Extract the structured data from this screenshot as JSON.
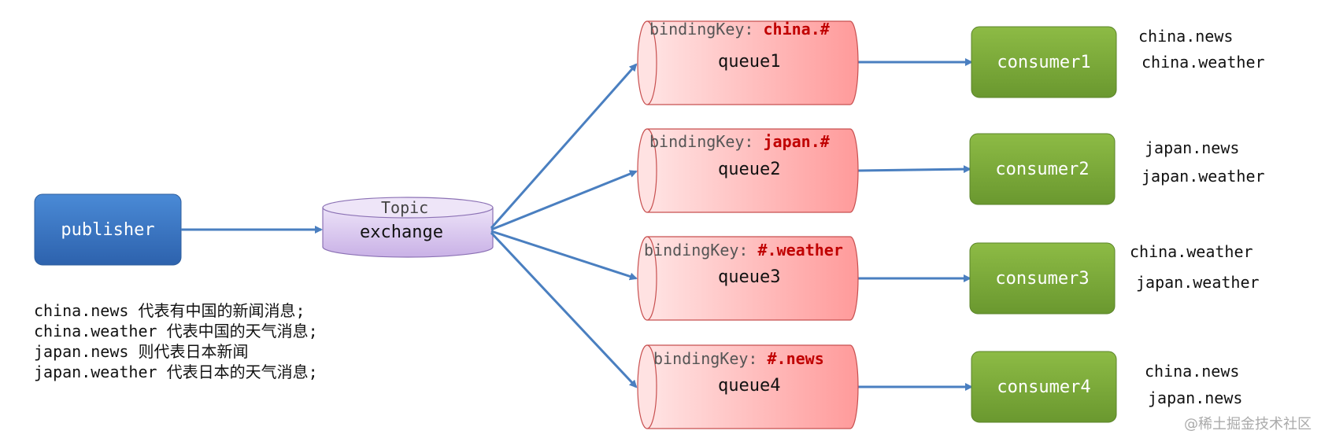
{
  "publisher": {
    "label": "publisher"
  },
  "exchange": {
    "type": "Topic",
    "name": "exchange"
  },
  "binding_prefix": "bindingKey: ",
  "queues": [
    {
      "name": "queue1",
      "binding_key": "china.#"
    },
    {
      "name": "queue2",
      "binding_key": "japan.#"
    },
    {
      "name": "queue3",
      "binding_key": "#.weather"
    },
    {
      "name": "queue4",
      "binding_key": "#.news"
    }
  ],
  "consumers": [
    {
      "label": "consumer1",
      "receives": [
        "china.news",
        "china.weather"
      ]
    },
    {
      "label": "consumer2",
      "receives": [
        "japan.news",
        "japan.weather"
      ]
    },
    {
      "label": "consumer3",
      "receives": [
        "china.weather",
        "japan.weather"
      ]
    },
    {
      "label": "consumer4",
      "receives": [
        "china.news",
        "japan.news"
      ]
    }
  ],
  "legend": [
    "china.news 代表有中国的新闻消息;",
    "china.weather 代表中国的天气消息;",
    "japan.news 则代表日本新闻",
    "japan.weather 代表日本的天气消息;"
  ],
  "watermark": "@稀土掘金技术社区",
  "colors": {
    "publisher": "#3a78c8",
    "consumer": "#7aa83a",
    "queue": "#ff9e9e",
    "exchange": "#d9c6ee",
    "arrow": "#4a7fc0",
    "binding_key": "#c00000"
  }
}
